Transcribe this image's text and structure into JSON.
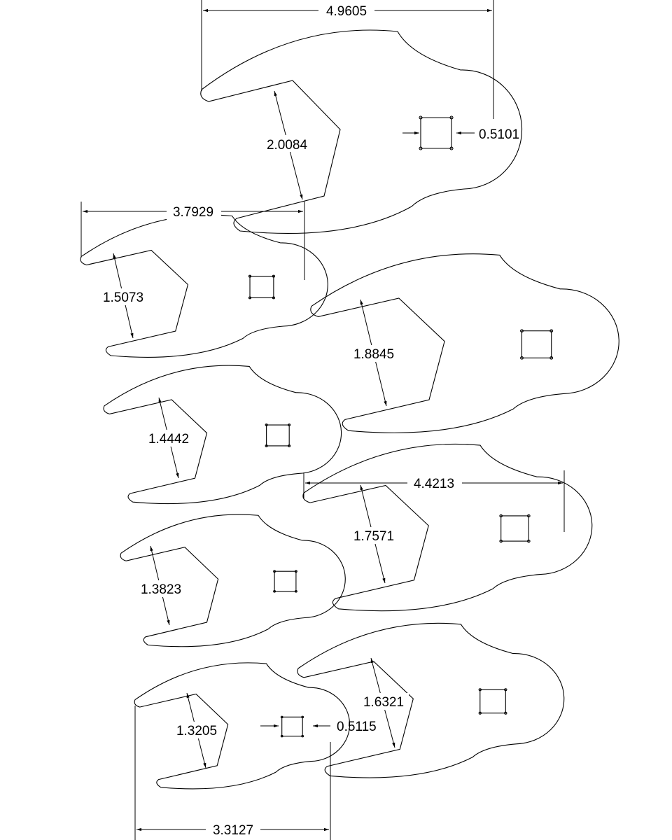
{
  "drawing": {
    "line_color": "#000000",
    "background": "#ffffff",
    "overall_dimensions": {
      "top_wrench_width": "4.9605",
      "second_wrench_width": "3.7929",
      "fifth_wrench_width": "4.4213",
      "bottom_wrench_width": "3.3127"
    },
    "square_drive_dimensions": {
      "top": "0.5101",
      "bottom": "0.5115"
    },
    "wrenches": [
      {
        "opening": "2.0084"
      },
      {
        "opening": "1.5073"
      },
      {
        "opening": "1.8845"
      },
      {
        "opening": "1.4442"
      },
      {
        "opening": "1.7571"
      },
      {
        "opening": "1.3823"
      },
      {
        "opening": "1.6321"
      },
      {
        "opening": "1.3205"
      }
    ]
  }
}
